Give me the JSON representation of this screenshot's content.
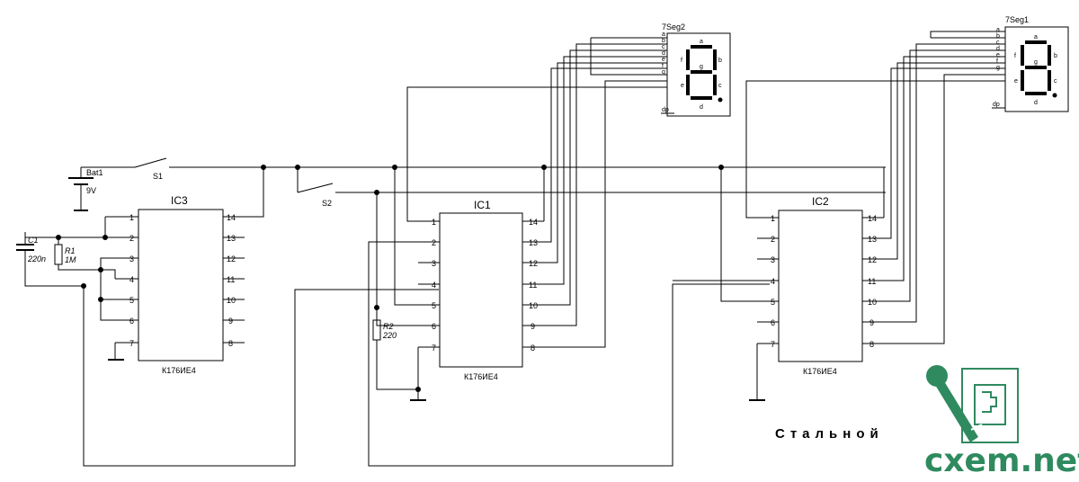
{
  "components": {
    "ic3": {
      "ref": "IC3",
      "part": "К176ИЕ4"
    },
    "ic1": {
      "ref": "IC1",
      "part": "К176ИЕ4"
    },
    "ic2": {
      "ref": "IC2",
      "part": "К176ИЕ4"
    },
    "display_left": {
      "ref": "7Seg2"
    },
    "display_right": {
      "ref": "7Seg1"
    },
    "battery": {
      "ref": "Bat1",
      "value": "9V"
    },
    "switch1": {
      "ref": "S1"
    },
    "switch2": {
      "ref": "S2"
    },
    "c1": {
      "ref": "C1",
      "value": "220n"
    },
    "r1": {
      "ref": "R1",
      "value": "1M"
    },
    "r2": {
      "ref": "R2",
      "value": "220"
    }
  },
  "pins_left": [
    "1",
    "2",
    "3",
    "4",
    "5",
    "6",
    "7"
  ],
  "pins_right": [
    "14",
    "13",
    "12",
    "11",
    "10",
    "9",
    "8"
  ],
  "segment_pins": [
    "a",
    "b",
    "c",
    "d",
    "e",
    "f",
    "g",
    "dp"
  ],
  "segment_labels": [
    "a",
    "b",
    "c",
    "d",
    "e",
    "f",
    "g"
  ],
  "signature": "Стальной",
  "logo": {
    "text": "cxem.net",
    "color": "#2f8a5f"
  }
}
